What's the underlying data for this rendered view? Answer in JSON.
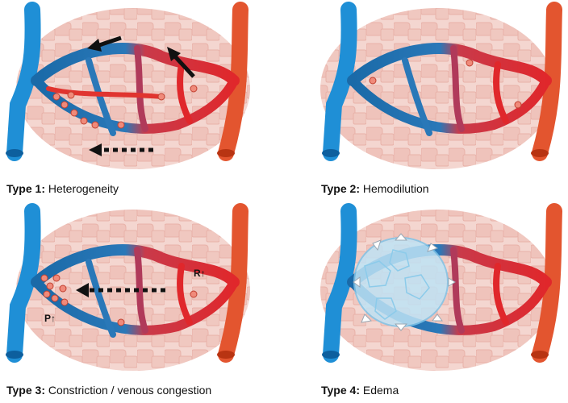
{
  "panels": [
    {
      "type_label": "Type 1:",
      "description": "Heterogeneity"
    },
    {
      "type_label": "Type 2:",
      "description": "Hemodilution"
    },
    {
      "type_label": "Type 3:",
      "description": "Constriction / venous congestion",
      "markers": {
        "pressure": "P↑",
        "resistance": "R↑"
      }
    },
    {
      "type_label": "Type 4:",
      "description": "Edema"
    }
  ],
  "colors": {
    "vein": "#1f8fd6",
    "artery": "#e3552f",
    "tissue": "#f2cfc9",
    "capillary_venous": "#1f6fa8",
    "capillary_arterial": "#d8262b",
    "edema": "#bfe3f5"
  }
}
